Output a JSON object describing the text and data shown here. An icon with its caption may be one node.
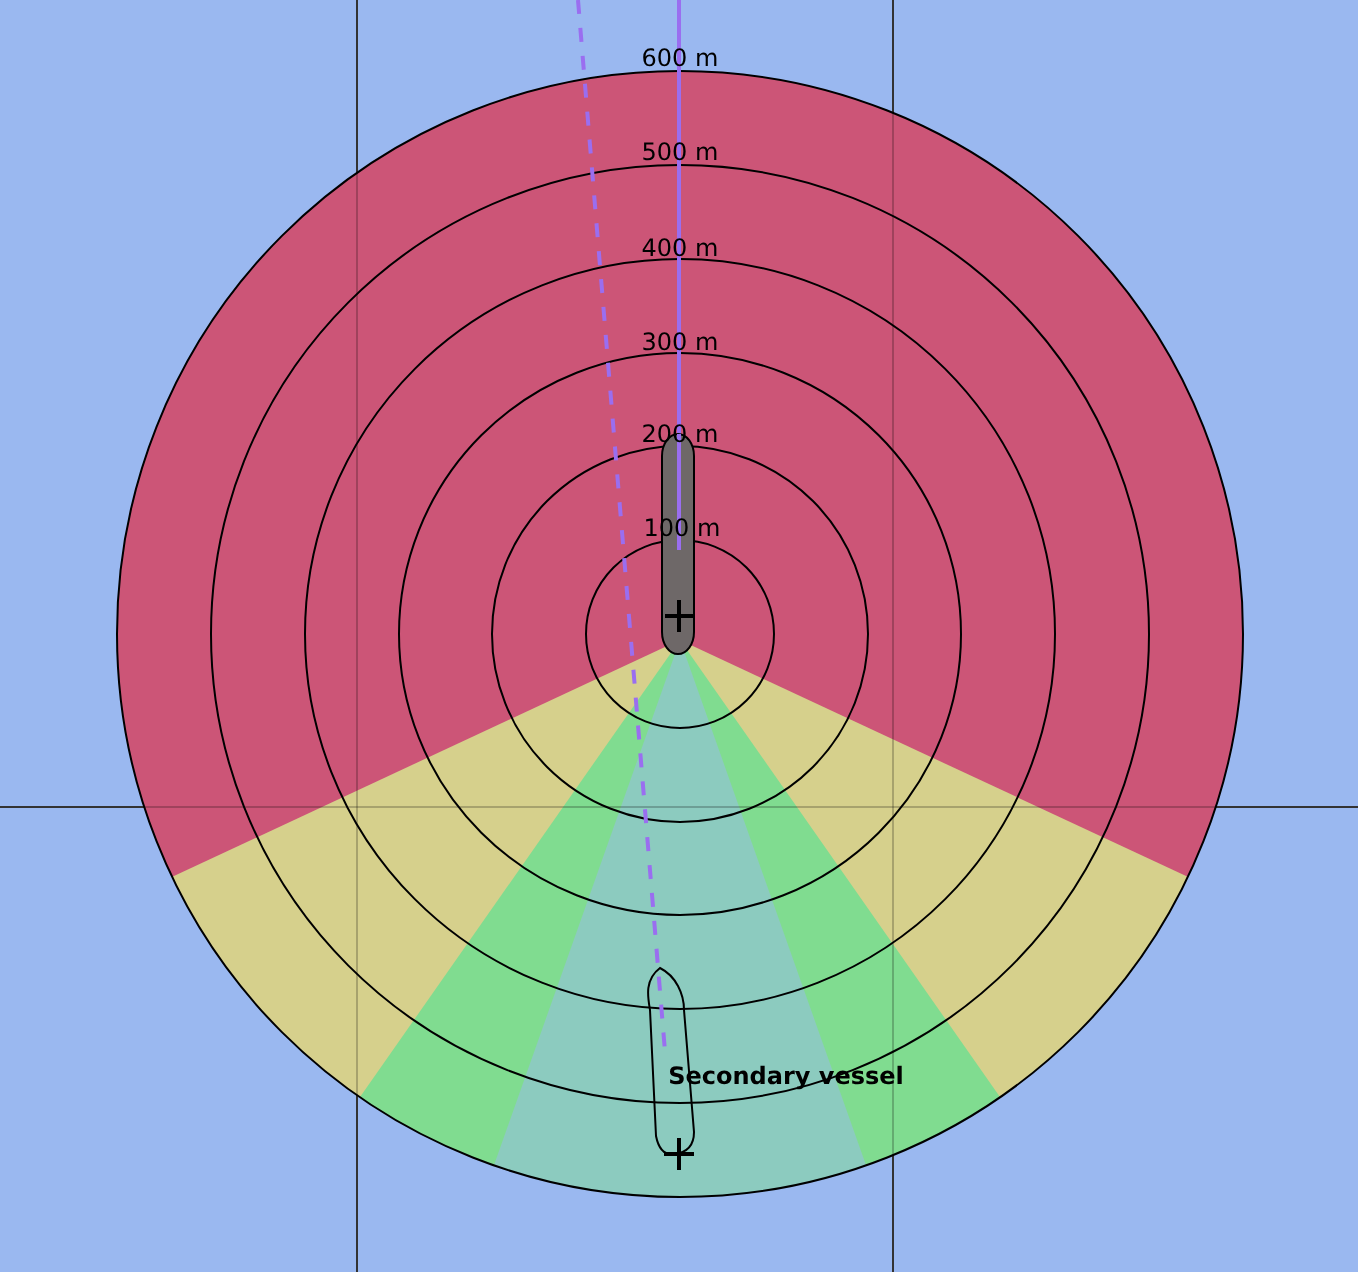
{
  "diagram": {
    "labels": [
      "600 m",
      "500 m",
      "400 m",
      "300 m",
      "200 m",
      "100 m",
      "Secondary vessel"
    ]
  }
}
